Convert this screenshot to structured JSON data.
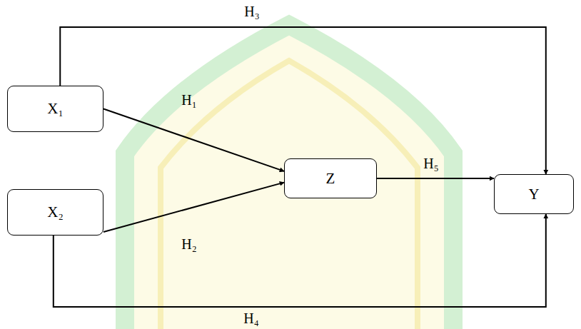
{
  "diagram": {
    "nodes": [
      {
        "text": [
          "X₁"
        ]
      },
      {
        "text": [
          "X₂"
        ]
      },
      {
        "text": [
          "Z"
        ]
      },
      {
        "text": [
          "Y"
        ]
      }
    ],
    "edges": [
      {
        "from": 0,
        "to": 2,
        "arrow": "to",
        "label": "H₁"
      },
      {
        "from": 1,
        "to": 2,
        "arrow": "to",
        "label": "H₂"
      },
      {
        "from": 0,
        "to": 3,
        "arrow": "to",
        "label": "H₃"
      },
      {
        "from": 1,
        "to": 3,
        "arrow": "to",
        "label": "H₄"
      },
      {
        "from": 2,
        "to": 3,
        "arrow": "to",
        "label": "H₅"
      }
    ]
  }
}
